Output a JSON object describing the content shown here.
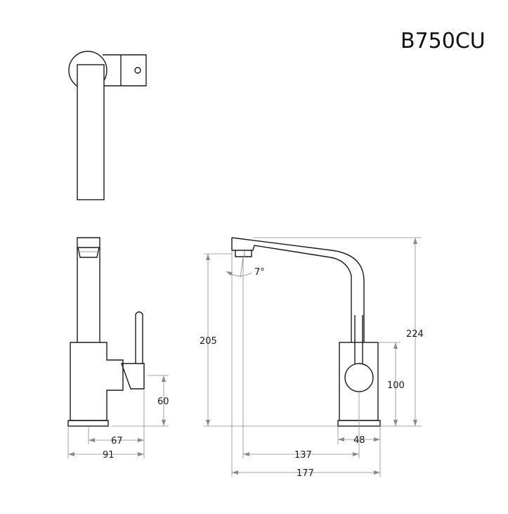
{
  "model": "B750CU",
  "dimensions": {
    "angle": "7°",
    "side_height": "60",
    "side_depth_inner": "67",
    "side_depth_outer": "91",
    "front_spout_height": "205",
    "front_total_height": "224",
    "front_body_height": "100",
    "front_base_width": "48",
    "front_reach": "137",
    "front_total_width": "177"
  },
  "colors": {
    "line": "#1a1a1a",
    "dimension": "#8a8a8a"
  }
}
